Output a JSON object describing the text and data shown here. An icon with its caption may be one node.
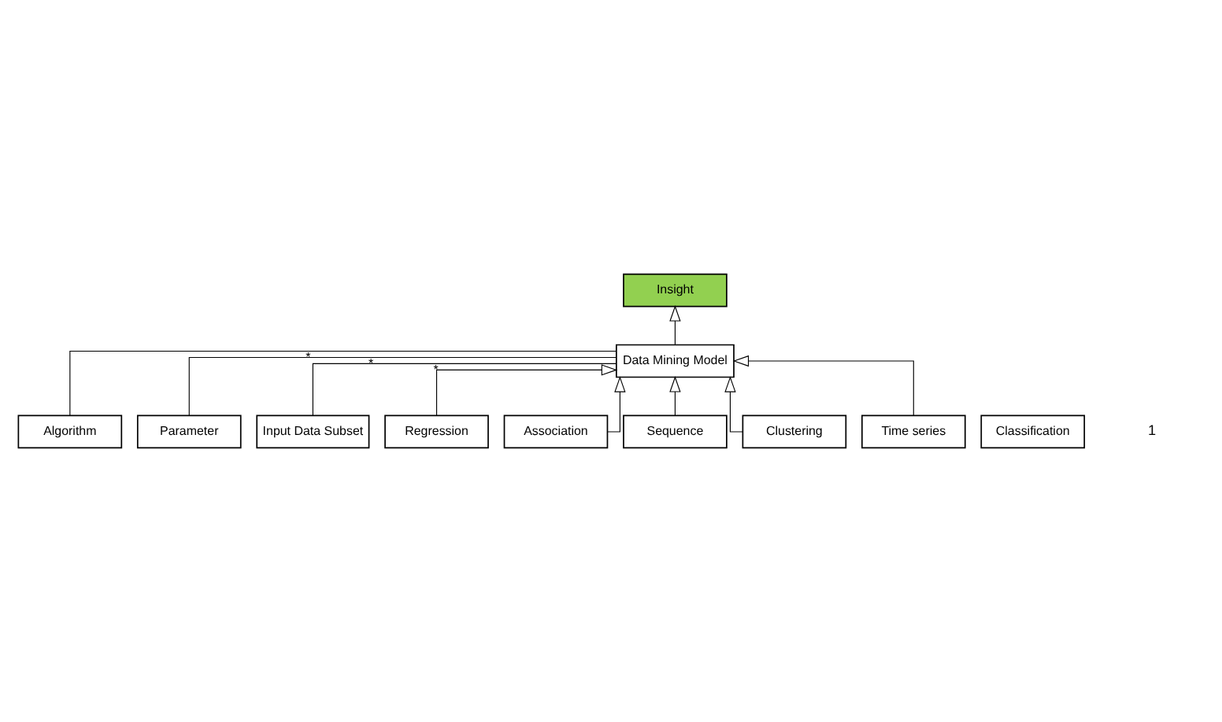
{
  "diagram": {
    "nodes": [
      {
        "text": [
          "Insight"
        ]
      },
      {
        "text": [
          "Data Mining Model"
        ]
      },
      {
        "text": [
          "Regression"
        ]
      },
      {
        "text": [
          "Association"
        ]
      },
      {
        "text": [
          "Sequence"
        ]
      },
      {
        "text": [
          "Clustering"
        ]
      },
      {
        "text": [
          "Classification"
        ]
      },
      {
        "text": [
          "Time series"
        ]
      },
      {
        "text": [
          "Algorithm"
        ]
      },
      {
        "text": [
          "Parameter"
        ]
      },
      {
        "text": [
          "Input Data Subset"
        ]
      }
    ],
    "edges": [
      {
        "from": 1,
        "to": 0,
        "arrow": "to"
      },
      {
        "from": 2,
        "to": 1,
        "arrow": "to"
      },
      {
        "from": 3,
        "to": 1,
        "arrow": "to"
      },
      {
        "from": 4,
        "to": 1,
        "arrow": "to"
      },
      {
        "from": 5,
        "to": 1,
        "arrow": "to"
      },
      {
        "from": 7,
        "to": 1,
        "arrow": "to"
      },
      {
        "from": 1,
        "to": 8,
        "arrow": "none",
        "label": "*"
      },
      {
        "from": 1,
        "to": 9,
        "arrow": "none",
        "label": "*"
      },
      {
        "from": 1,
        "to": 10,
        "arrow": "none",
        "label": "*"
      }
    ],
    "labels": [
      "1"
    ]
  }
}
